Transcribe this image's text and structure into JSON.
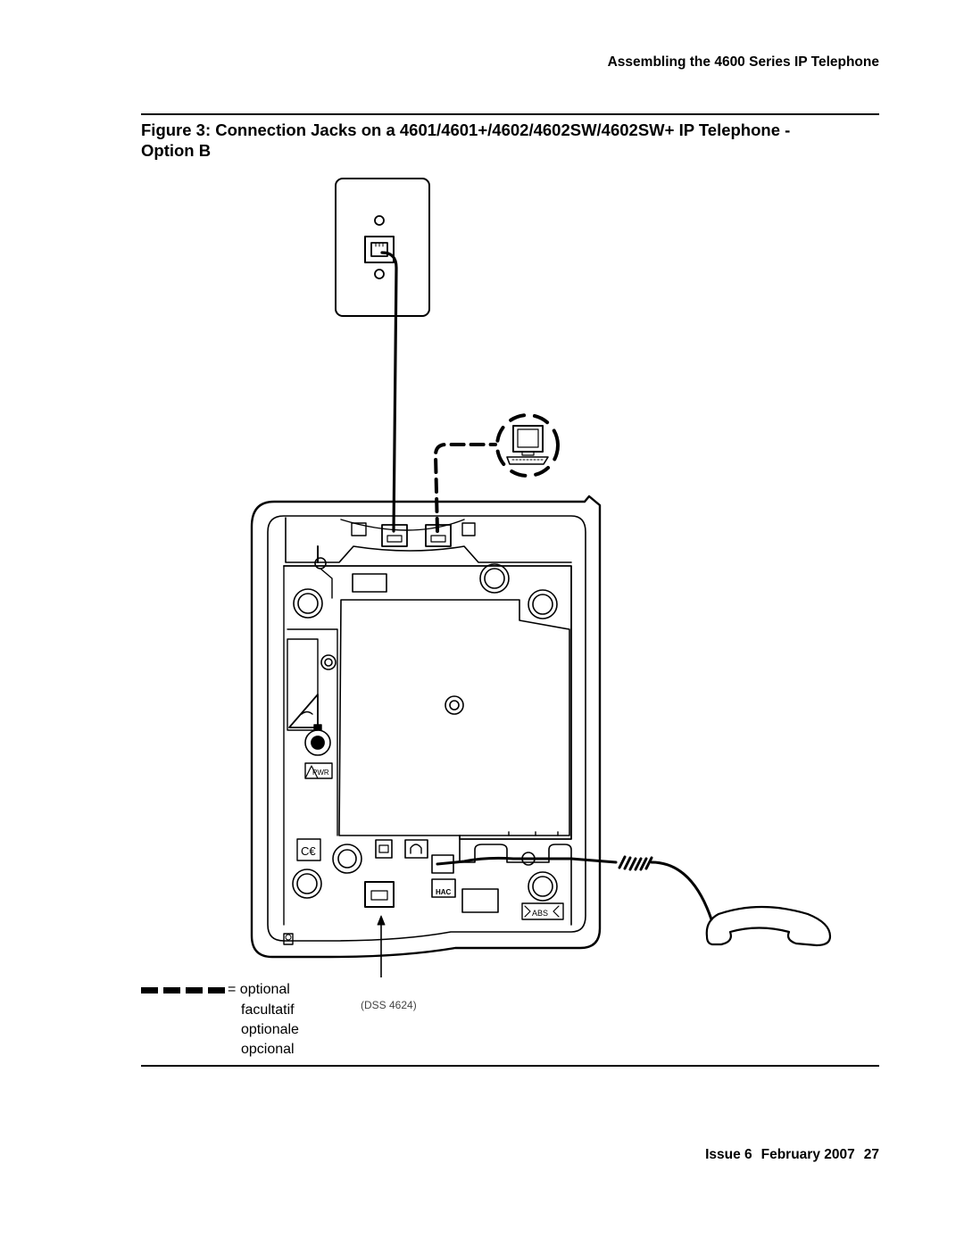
{
  "header": {
    "running_head": "Assembling the 4600 Series IP Telephone"
  },
  "figure": {
    "caption_line1": "Figure 3: Connection Jacks on a 4601/4601+/4602/4602SW/4602SW+ IP Telephone -",
    "caption_line2": "Option B",
    "labels": {
      "pwr": "PWR",
      "hac": "HAC",
      "abs": "ABS",
      "dss": "(DSS 4624)"
    }
  },
  "legend": {
    "equals_optional": "= optional",
    "terms": [
      "facultatif",
      "optionale",
      "opcional"
    ]
  },
  "footer": {
    "issue": "Issue 6",
    "date": "February 2007",
    "page": "27"
  }
}
